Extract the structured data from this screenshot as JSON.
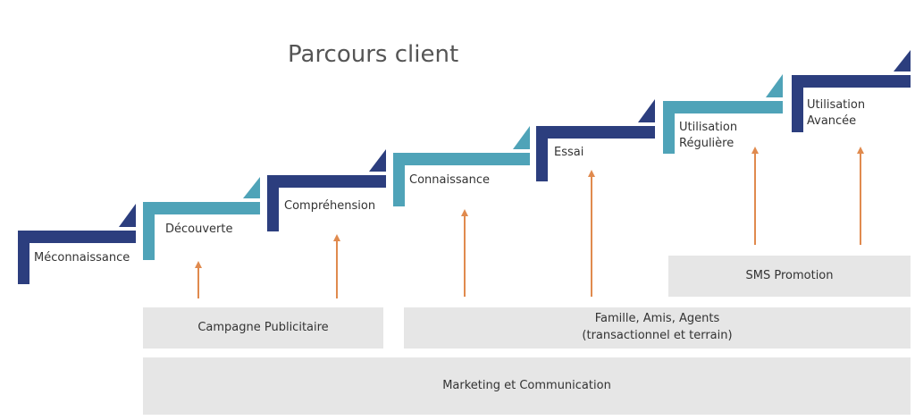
{
  "title": "Parcours client",
  "colors": {
    "dark": "#2c3e7e",
    "teal": "#4fa3b8",
    "arrow": "#e08a4e",
    "box": "#e6e6e6"
  },
  "steps": [
    {
      "label": "Méconnaissance",
      "color": "dark"
    },
    {
      "label": "Découverte",
      "color": "teal"
    },
    {
      "label": "Compréhension",
      "color": "dark"
    },
    {
      "label": "Connaissance",
      "color": "teal"
    },
    {
      "label": "Essai",
      "color": "dark"
    },
    {
      "label": "Utilisation\nRégulière",
      "color": "teal"
    },
    {
      "label": "Utilisation\nAvancée",
      "color": "dark"
    }
  ],
  "boxes": {
    "campagne": "Campagne Publicitaire",
    "famille_line1": "Famille, Amis, Agents",
    "famille_line2": "(transactionnel et terrain)",
    "sms": "SMS Promotion",
    "marketing": "Marketing et Communication"
  }
}
